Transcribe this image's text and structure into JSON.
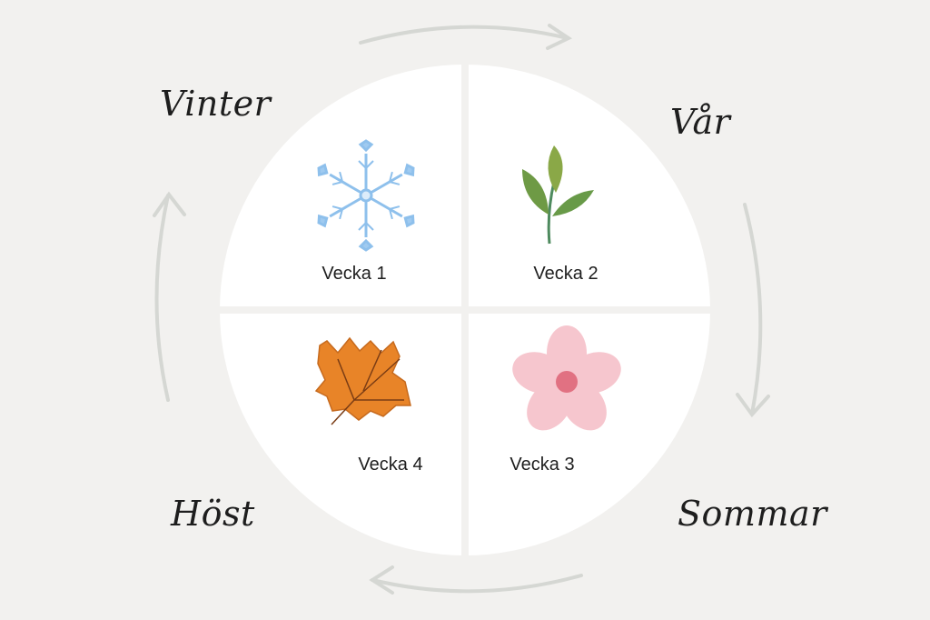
{
  "seasons": {
    "winter": "Vinter",
    "spring": "Vår",
    "summer": "Sommar",
    "autumn": "Höst"
  },
  "weeks": {
    "w1": "Vecka 1",
    "w2": "Vecka 2",
    "w3": "Vecka 3",
    "w4": "Vecka 4"
  },
  "colors": {
    "background": "#f2f1ef",
    "circle": "#ffffff",
    "arrow": "#d5d7d3"
  }
}
